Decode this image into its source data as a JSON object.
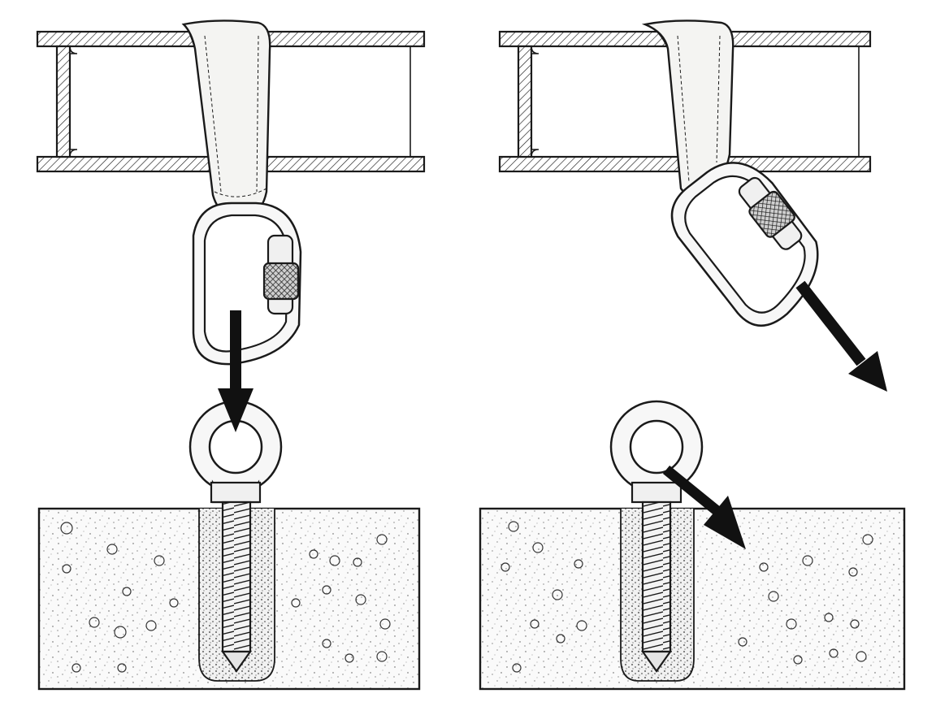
{
  "colors": {
    "ink": "#1a1a1a",
    "paper": "#ffffff",
    "sling": "#f4f4f2",
    "metal": "#f7f7f7",
    "concrete": "#fafafa",
    "arrow": "#111111"
  },
  "panels": [
    {
      "name": "panel-left",
      "load_direction": "vertical-down",
      "components": [
        "i-beam",
        "webbing-sling",
        "screw-gate-carabiner",
        "eye-bolt",
        "concrete-block",
        "force-arrow"
      ]
    },
    {
      "name": "panel-right",
      "load_direction": "angled-side-load",
      "components": [
        "i-beam",
        "webbing-sling",
        "screw-gate-carabiner",
        "eye-bolt",
        "concrete-block",
        "force-arrow",
        "force-arrow"
      ]
    }
  ]
}
